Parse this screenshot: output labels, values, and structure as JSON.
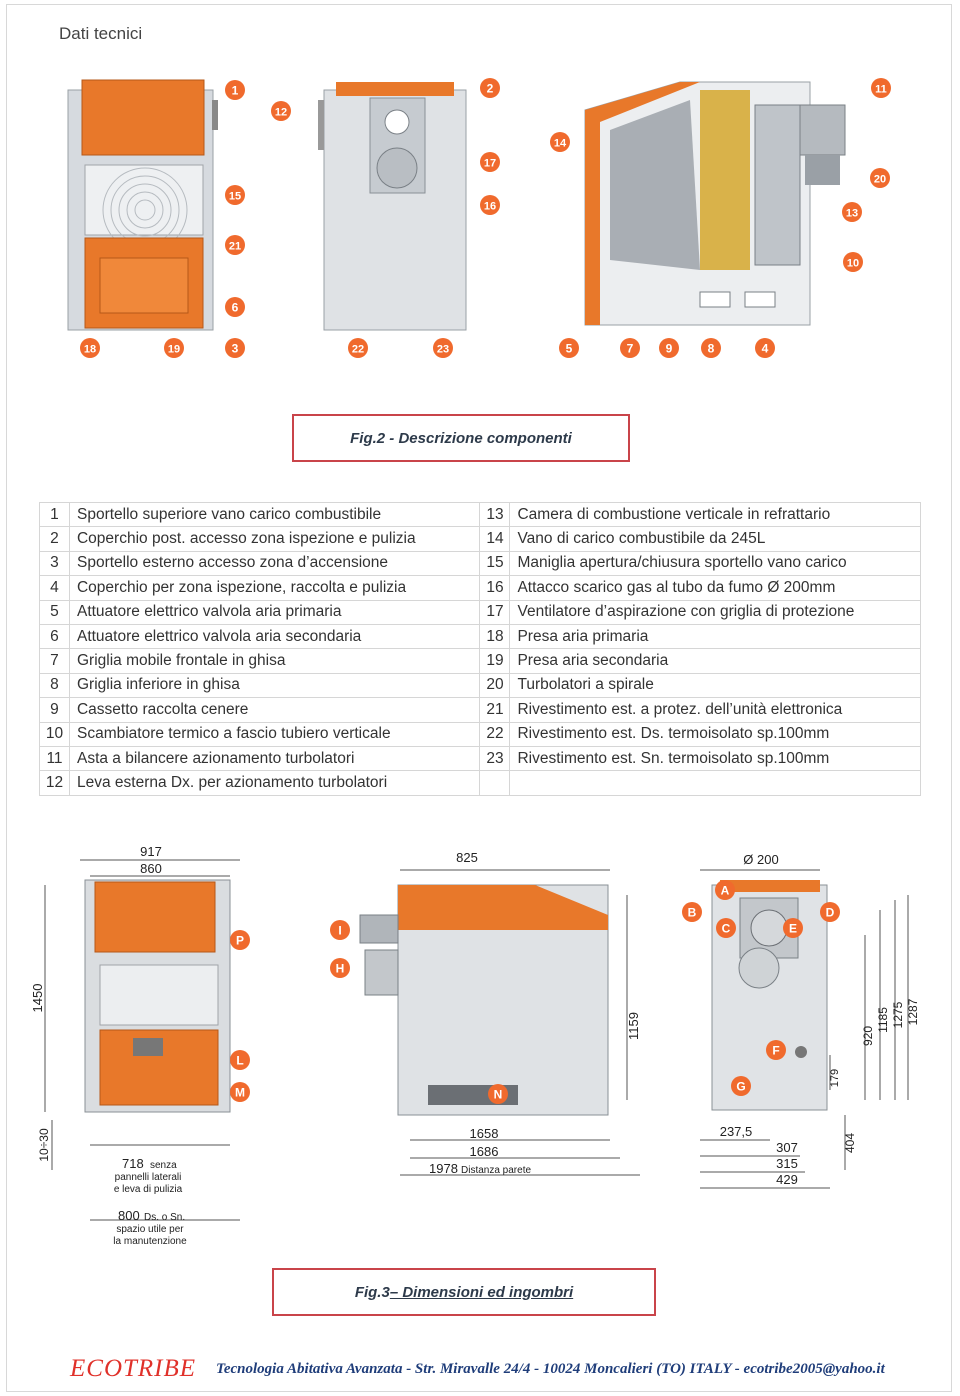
{
  "section_title": "Dati tecnici",
  "fig2_caption": "Fig.2 - Descrizione componenti",
  "fig3_caption": "Fig.3 – Dimensioni ed ingombri",
  "fig3_caption_parts": {
    "prefix": "Fig.3 ",
    "text": "– Dimensioni ed ingombri"
  },
  "fig1_callouts": {
    "front": [
      "1",
      "12",
      "15",
      "21",
      "6",
      "18",
      "19",
      "3"
    ],
    "back": [
      "2",
      "17",
      "16",
      "22",
      "23"
    ],
    "section": [
      "11",
      "14",
      "20",
      "13",
      "10",
      "5",
      "7",
      "9",
      "8",
      "4"
    ]
  },
  "components": [
    {
      "n": "1",
      "label": "Sportello superiore vano carico combustibile"
    },
    {
      "n": "2",
      "label": "Coperchio post. accesso zona ispezione e pulizia"
    },
    {
      "n": "3",
      "label": "Sportello esterno accesso zona d’accensione"
    },
    {
      "n": "4",
      "label": "Coperchio per  zona ispezione, raccolta e pulizia"
    },
    {
      "n": "5",
      "label": "Attuatore elettrico valvola aria primaria"
    },
    {
      "n": "6",
      "label": "Attuatore elettrico valvola aria secondaria"
    },
    {
      "n": "7",
      "label": "Griglia mobile frontale in ghisa"
    },
    {
      "n": "8",
      "label": "Griglia inferiore in ghisa"
    },
    {
      "n": "9",
      "label": "Cassetto raccolta cenere"
    },
    {
      "n": "10",
      "label": "Scambiatore termico a fascio tubiero verticale"
    },
    {
      "n": "11",
      "label": "Asta a bilancere azionamento turbolatori"
    },
    {
      "n": "12",
      "label": "Leva esterna Dx. per azionamento turbolatori"
    },
    {
      "n": "13",
      "label": "Camera di combustione verticale in refrattario"
    },
    {
      "n": "14",
      "label": "Vano di carico combustibile da 245L"
    },
    {
      "n": "15",
      "label": "Maniglia apertura/chiusura sportello vano carico"
    },
    {
      "n": "16",
      "label": "Attacco scarico gas al tubo da fumo Ø 200mm"
    },
    {
      "n": "17",
      "label": "Ventilatore d’aspirazione con griglia di protezione"
    },
    {
      "n": "18",
      "label": "Presa aria primaria"
    },
    {
      "n": "19",
      "label": "Presa aria secondaria"
    },
    {
      "n": "20",
      "label": "Turbolatori a spirale"
    },
    {
      "n": "21",
      "label": "Rivestimento est. a protez. dell’unità elettronica"
    },
    {
      "n": "22",
      "label": "Rivestimento est. Ds. termoisolato sp.100mm"
    },
    {
      "n": "23",
      "label": "Rivestimento est. Sn. termoisolato sp.100mm"
    }
  ],
  "fig3": {
    "front": {
      "w1": "917",
      "w2": "860",
      "h": "1450",
      "foot": "10÷30",
      "depth_val": "718",
      "depth_note": [
        "senza",
        "pannelli laterali",
        "e leva di pulizia"
      ],
      "side_val": "800",
      "side_note": [
        "Ds. o Sn.",
        "spazio utile per",
        "la manutenzione"
      ],
      "letters": [
        "P",
        "L",
        "M"
      ]
    },
    "side": {
      "top": "825",
      "h": "1159",
      "d1": "1658",
      "d2": "1686",
      "d3": "1978",
      "d3_note": "Distanza parete",
      "letters": [
        "I",
        "H",
        "N"
      ]
    },
    "back": {
      "flue": "Ø 200",
      "h1": "179",
      "h2": "920",
      "h3": "1185",
      "h4": "1275",
      "h5": "1287",
      "h6": "404",
      "w1": "237,5",
      "w2": "307",
      "w3": "315",
      "w4": "429",
      "letters": [
        "A",
        "B",
        "C",
        "D",
        "E",
        "F",
        "G"
      ]
    }
  },
  "footer": {
    "logo": "ECOTRIBE",
    "info": "Tecnologia Abitativa Avanzata  -  Str. Miravalle 24/4 - 10024 Moncalieri (TO) ITALY - ",
    "email": "ecotribe2005@yahoo.it"
  },
  "colors": {
    "orange": "#e8782a",
    "callout": "#f06a2d",
    "grey": "#c9cdd2",
    "caption_border": "#c9444a"
  }
}
